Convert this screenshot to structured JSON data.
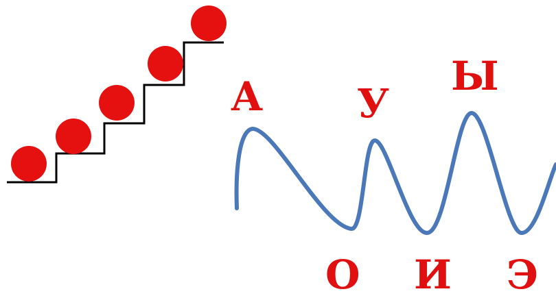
{
  "colors": {
    "background": "#ffffff",
    "stairs": "#000000",
    "balls": "#e51010",
    "wave": "#4a78b8",
    "letters": "#e01010"
  },
  "staircase": {
    "step_count": 5,
    "ball_count": 5
  },
  "wave": {
    "peaks": 3,
    "troughs": 3
  },
  "vowels": {
    "top": [
      "А",
      "У",
      "Ы"
    ],
    "bottom": [
      "О",
      "И",
      "Э"
    ]
  }
}
